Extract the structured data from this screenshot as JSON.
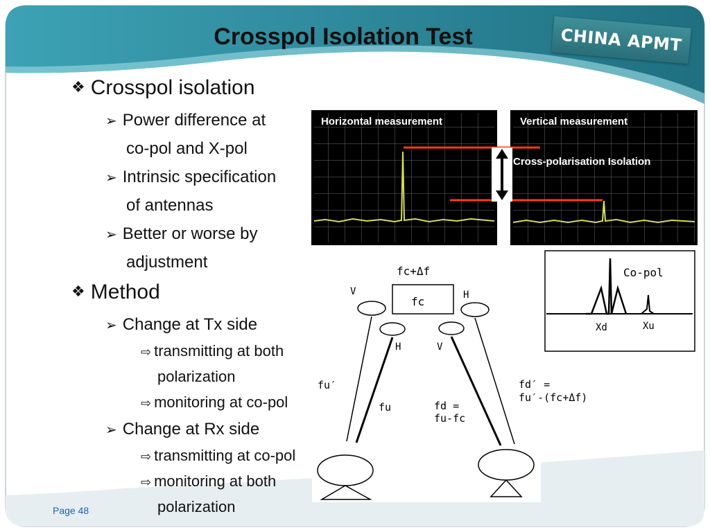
{
  "title": "Crosspol Isolation Test",
  "badge": "CHINA APMT",
  "bullets": {
    "crosspol": "Crosspol isolation",
    "power_diff_1": "Power difference  at",
    "power_diff_2": "co-pol and X-pol",
    "intrinsic_1": "Intrinsic specification",
    "intrinsic_2": "of antennas",
    "better_1": "Better or worse by",
    "better_2": "adjustment",
    "method": "Method",
    "tx_side": "Change at Tx side",
    "tx_sub1_1": "transmitting at both",
    "tx_sub1_2": "polarization",
    "tx_sub2": "monitoring at co-pol",
    "rx_side": "Change at Rx side",
    "rx_sub1": "transmitting at co-pol",
    "rx_sub2_1": "monitoring at both",
    "rx_sub2_2": "polarization"
  },
  "scope": {
    "horizontal_label": "Horizontal measurement",
    "vertical_label": "Vertical measurement",
    "isolation_label": "Cross-polarisation Isolation"
  },
  "inset": {
    "copol": "Co-pol",
    "xd": "Xd",
    "xu": "Xu"
  },
  "diagram": {
    "fc_df": "fc+Δf",
    "fc": "fc",
    "v_left": "V",
    "h_top": "H",
    "h_mid": "H",
    "v_mid": "V",
    "fu_prime": "fu′",
    "fu": "fu",
    "fd_1": "fd =",
    "fd_2": "fu-fc",
    "fdp_1": "fd′ =",
    "fdp_2": "fu′-(fc+Δf)"
  },
  "page": "Page 48"
}
